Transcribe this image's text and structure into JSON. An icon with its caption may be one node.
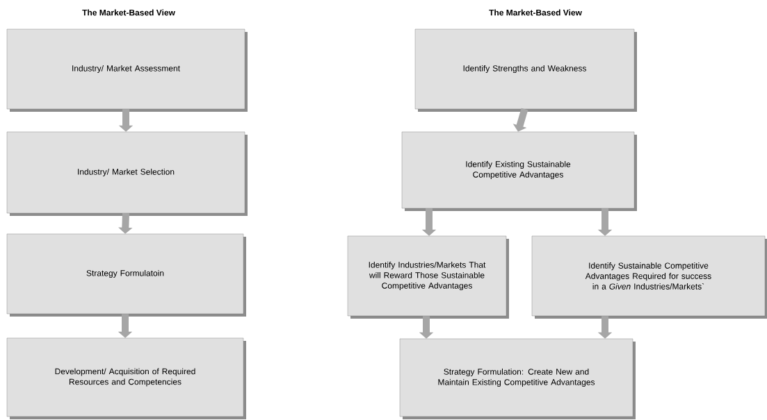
{
  "diagram": {
    "nodes": [
      {
        "text": [
          "Industry/ Market Assessment"
        ]
      },
      {
        "text": [
          "Industry/ Market Selection"
        ]
      },
      {
        "text": [
          "Strategy Formulatoin"
        ]
      },
      {
        "text": [
          "Development/ Acquisition of Required Resources and Competencies"
        ]
      },
      {
        "text": [
          "Identify Strengths and Weakness"
        ]
      },
      {
        "text": [
          "Identify Existing Sustainable Competitive Advantages"
        ]
      },
      {
        "text": [
          "Identify Industries/Markets That will Reward Those Sustainable Competitive Advantages"
        ]
      },
      {
        "text": [
          "Identify Sustainable Competitive Advantages Required for success in a *Given* Industries/Markets`"
        ]
      },
      {
        "text": [
          "Strategy Formulation: Create New and Maintain Existing Competitive Advantages"
        ]
      }
    ],
    "edges": [
      {
        "from": 0,
        "to": 1,
        "arrow": "to"
      },
      {
        "from": 1,
        "to": 2,
        "arrow": "to"
      },
      {
        "from": 2,
        "to": 3,
        "arrow": "to"
      },
      {
        "from": 4,
        "to": 5,
        "arrow": "to"
      },
      {
        "from": 5,
        "to": 6,
        "arrow": "to"
      },
      {
        "from": 5,
        "to": 7,
        "arrow": "to"
      },
      {
        "from": 6,
        "to": 8,
        "arrow": "to"
      },
      {
        "from": 7,
        "to": 8,
        "arrow": "to"
      }
    ],
    "labels": [
      "The Market-Based View",
      "The Market-Based View"
    ]
  }
}
